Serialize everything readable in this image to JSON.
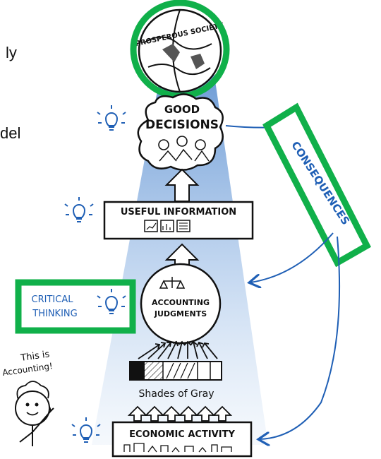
{
  "left_text_fragments": [
    "ly",
    "del"
  ],
  "diagram": {
    "globe_label": "PROSPEROUS SOCIETY",
    "good_decisions_line1": "GOOD",
    "good_decisions_line2": "DECISIONS",
    "useful_information": "USEFUL  INFORMATION",
    "consequences": "CONSEQUENCES",
    "critical_line1": "CRITICAL",
    "critical_line2": "THINKING",
    "judgments_line1": "ACCOUNTING",
    "judgments_line2": "JUDGMENTS",
    "shades_of_gray": "Shades of Gray",
    "economic_activity": "ECONOMIC ACTIVITY",
    "this_is_1": "This is",
    "this_is_2": "Accounting!"
  },
  "colors": {
    "highlight_green": "#10b04a",
    "arrow_blue": "#1f5fb5",
    "beam_blue": "#6f9fd8"
  }
}
